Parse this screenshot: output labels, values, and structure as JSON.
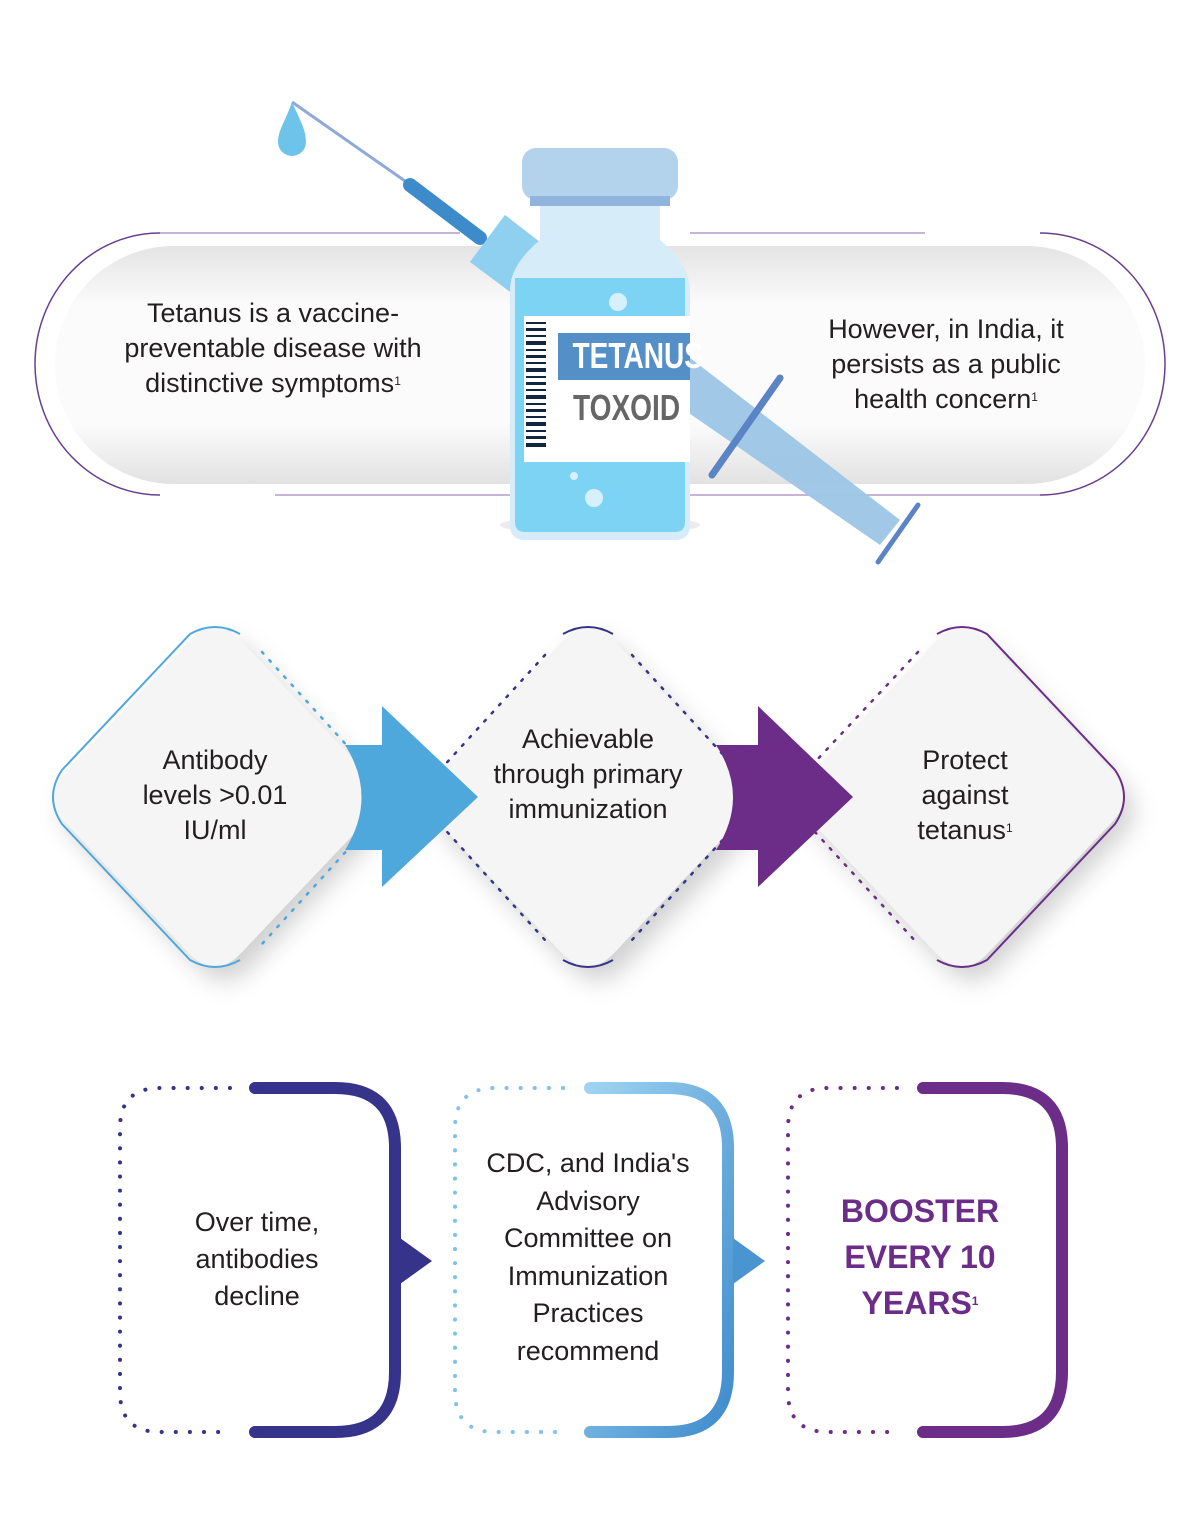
{
  "banner": {
    "left_text": "Tetanus is a vaccine-preventable disease with distinctive symptoms",
    "left_ref": "1",
    "right_text": "However, in India, it persists as a public health concern",
    "right_ref": "1"
  },
  "vial": {
    "label_top": "TETANUS",
    "label_bottom": "TOXOID"
  },
  "flow": [
    {
      "text": "Antibody levels >0.01 IU/ml",
      "ref": ""
    },
    {
      "text": "Achievable through primary immunization",
      "ref": ""
    },
    {
      "text": "Protect against tetanus",
      "ref": "1"
    }
  ],
  "steps": [
    {
      "text": "Over time, antibodies decline"
    },
    {
      "text": "CDC, and India's Advisory Committee on Immunization Practices recommend"
    },
    {
      "text": "BOOSTER EVERY 10 YEARS",
      "ref": "1"
    }
  ],
  "colors": {
    "light_blue": "#4fa8dc",
    "navy": "#35338a",
    "purple": "#6b2d87",
    "vial_blue": "#7dd3f4",
    "label_blue": "#548fc7"
  }
}
